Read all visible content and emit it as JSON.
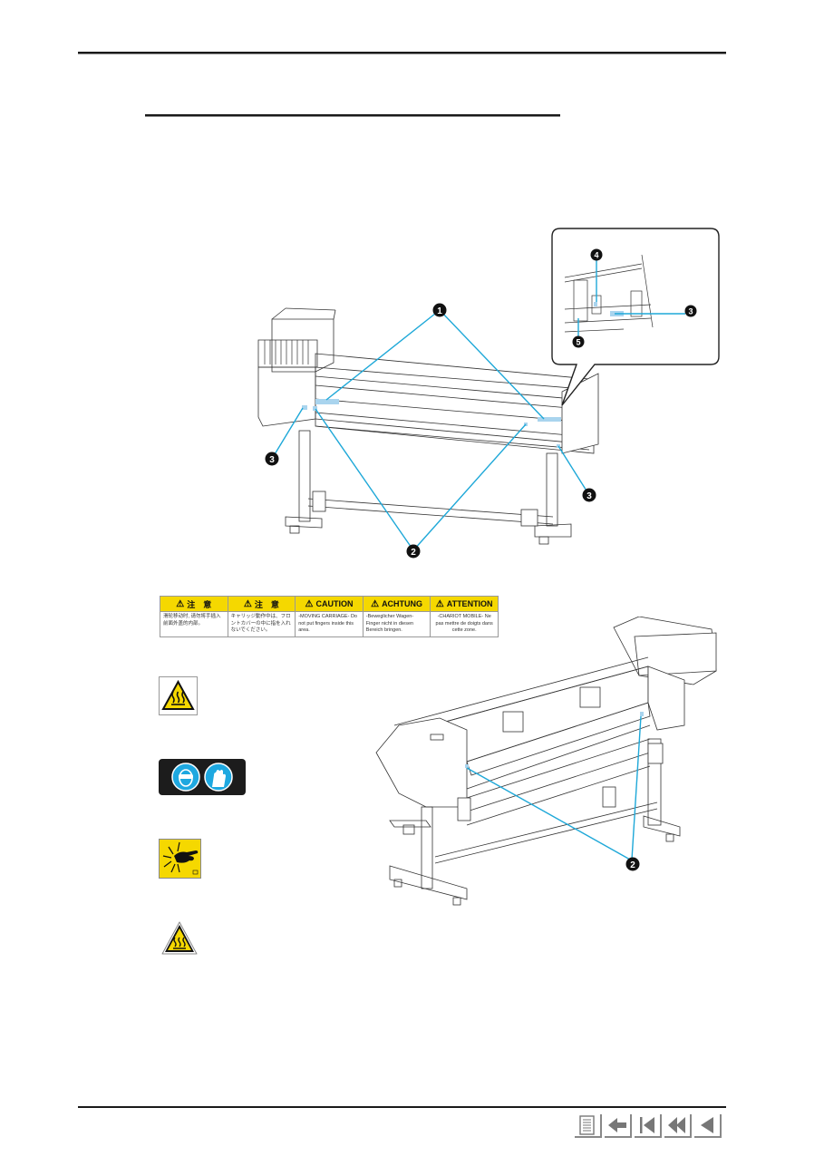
{
  "page": {
    "background": "#ffffff",
    "accent_callout_color": "#1ea8d8",
    "highlight_patch_color": "#a9d4ee"
  },
  "front_figure": {
    "callouts": [
      {
        "number": "1",
        "label": "1"
      },
      {
        "number": "2",
        "label": "2"
      },
      {
        "number": "3",
        "label": "3"
      },
      {
        "number": "3",
        "label": "3"
      },
      {
        "number": "2",
        "label": "2"
      }
    ],
    "inset_callouts": [
      {
        "number": "4",
        "label": "4"
      },
      {
        "number": "3",
        "label": "3"
      },
      {
        "number": "5",
        "label": "5"
      }
    ]
  },
  "rear_figure": {
    "callouts": [
      {
        "number": "2",
        "label": "2"
      }
    ]
  },
  "caution_label": {
    "columns": [
      {
        "header": "注　意",
        "body": "滑轮移动时, 请勿将手插入前面外盖的内部。",
        "align": "left"
      },
      {
        "header": "注　意",
        "body": "キャリッジ動作中は、フロントカバーの中に指を入れないでください。",
        "align": "left"
      },
      {
        "header": "CAUTION",
        "body": "-MOVING CARRIAGE- Do not put fingers inside this area.",
        "align": "left"
      },
      {
        "header": "ACHTUNG",
        "body": "-Beweglicher Wagen- Finger nicht in diesen Bereich bringen.",
        "align": "left"
      },
      {
        "header": "ATTENTION",
        "body": "-CHARIOT MOBILE- Ne pas mettre de doigts dans cette zone.",
        "align": "center"
      }
    ],
    "warning_glyph": "⚠",
    "header_color": "#f5d800"
  },
  "safety_icons": [
    {
      "name": "hot-surface-square",
      "desc": "Hot surface warning"
    },
    {
      "name": "wear-goggles-gloves",
      "desc": "Wear protective goggles and gloves"
    },
    {
      "name": "pinch-hazard",
      "desc": "Hand injury / pinch hazard"
    },
    {
      "name": "hot-surface-triangle",
      "desc": "Hot surface caution"
    }
  ],
  "nav_buttons": [
    {
      "name": "contents",
      "label": "Contents"
    },
    {
      "name": "back",
      "label": "Back"
    },
    {
      "name": "first-page",
      "label": "First page"
    },
    {
      "name": "previous-chapter",
      "label": "Previous chapter"
    },
    {
      "name": "previous-page",
      "label": "Previous page"
    }
  ]
}
